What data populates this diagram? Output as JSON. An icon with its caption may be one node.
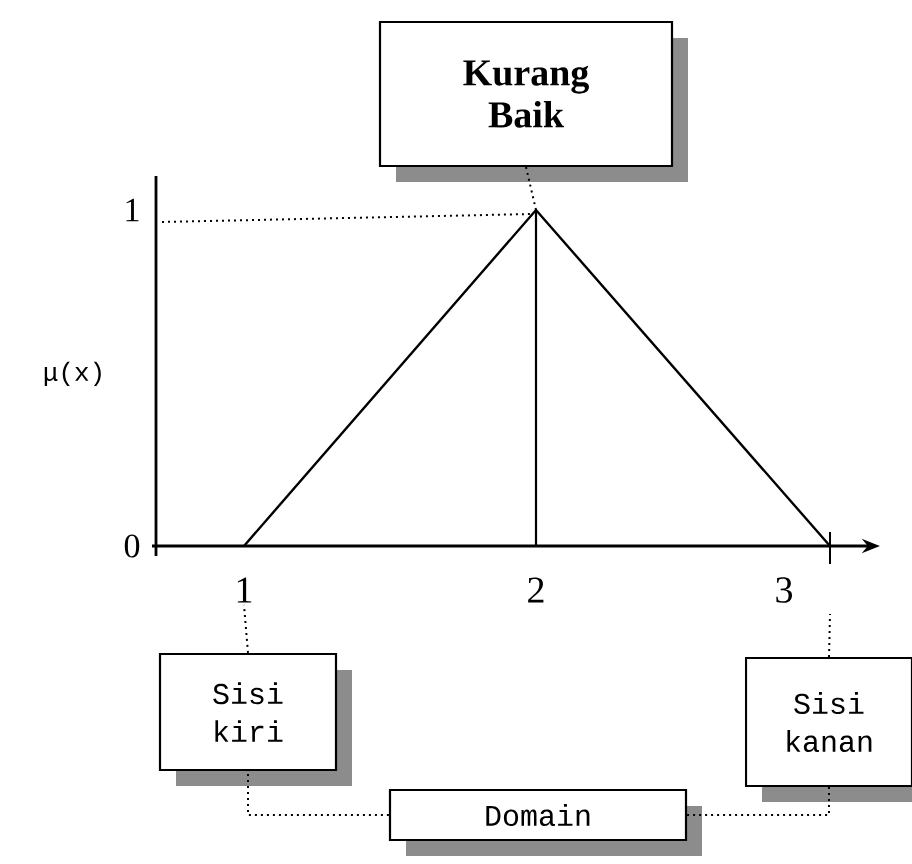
{
  "diagram": {
    "nodes": [
      {
        "text": [
          "Kurang Baik"
        ]
      },
      {
        "text": [
          "Sisi kiri"
        ]
      },
      {
        "text": [
          "Sisi kanan"
        ]
      },
      {
        "text": [
          "Domain"
        ]
      },
      {
        "text": [
          "1"
        ]
      }
    ],
    "edges": [
      {
        "from": 0,
        "to": null,
        "arrow": "none"
      },
      {
        "from": 1,
        "to": 4,
        "arrow": "none"
      },
      {
        "from": 2,
        "to": null,
        "arrow": "none"
      },
      {
        "from": 3,
        "to": 1,
        "arrow": "none"
      },
      {
        "from": 3,
        "to": 2,
        "arrow": "none"
      }
    ],
    "labels": [
      "1",
      "0",
      "μ(x)",
      "2",
      "3"
    ]
  }
}
